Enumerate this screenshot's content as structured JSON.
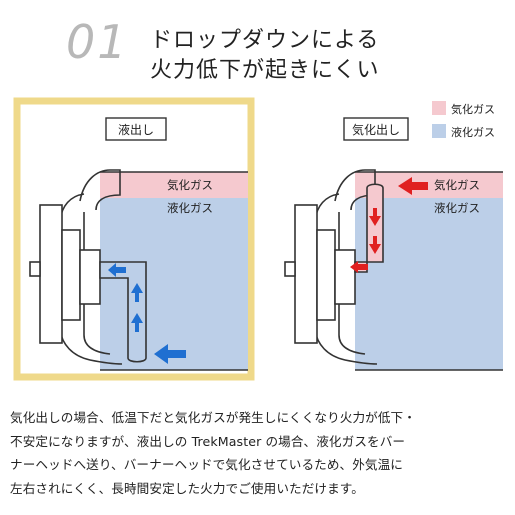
{
  "header": {
    "number": "01",
    "title_line1": "ドロップダウンによる",
    "title_line2": "火力低下が起きにくい"
  },
  "legend": {
    "gas_label": "気化ガス",
    "liquid_label": "液化ガス"
  },
  "left_panel": {
    "tag": "液出し",
    "gas_label": "気化ガス",
    "liquid_label": "液化ガス"
  },
  "right_panel": {
    "tag": "気化出し",
    "gas_label": "気化ガス",
    "liquid_label": "液化ガス"
  },
  "colors": {
    "highlight_frame": "#efd98a",
    "gas_fill": "#f5c9cf",
    "liquid_fill": "#bccfe8",
    "blue_arrow": "#1f6fd1",
    "red_arrow": "#e02020",
    "outline": "#333333"
  },
  "caption": {
    "line1": "気化出しの場合、低温下だと気化ガスが発生しにくくなり火力が低下・",
    "line2": "不安定になりますが、液出しの TrekMaster の場合、液化ガスをバー",
    "line3": "ナーヘッドへ送り、バーナーヘッドで気化させているため、外気温に",
    "line4": "左右されにくく、長時間安定した火力でご使用いただけます。"
  }
}
